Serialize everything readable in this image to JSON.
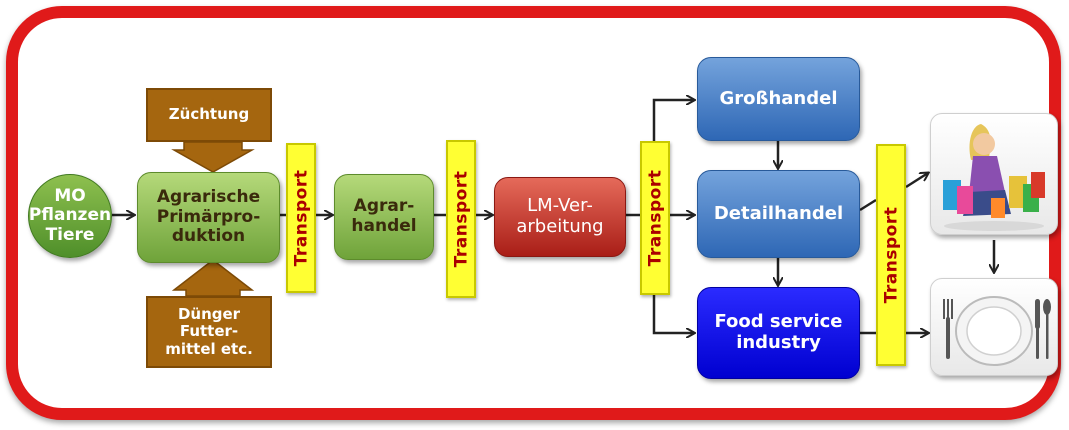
{
  "nodes": {
    "mo": "MO\nPflanzen\nTiere",
    "zuechtung": "Züchtung",
    "primaer": "Agrarische\nPrimärpro-\nduktion",
    "duenger": "Dünger\nFutter-\nmittel etc.",
    "agrarhandel": "Agrar-\nhandel",
    "lm": "LM-Ver-\narbeitung",
    "grosshandel": "Großhandel",
    "detailhandel": "Detailhandel",
    "foodservice": "Food service\nindustry"
  },
  "transport_label": "Transport",
  "icons": {
    "shopper": "shopper-with-bags-icon",
    "plate": "plate-with-cutlery-icon"
  },
  "colors": {
    "frame": "#e01a1a",
    "transport": "#ffff33",
    "transport_text": "#aa0000"
  }
}
